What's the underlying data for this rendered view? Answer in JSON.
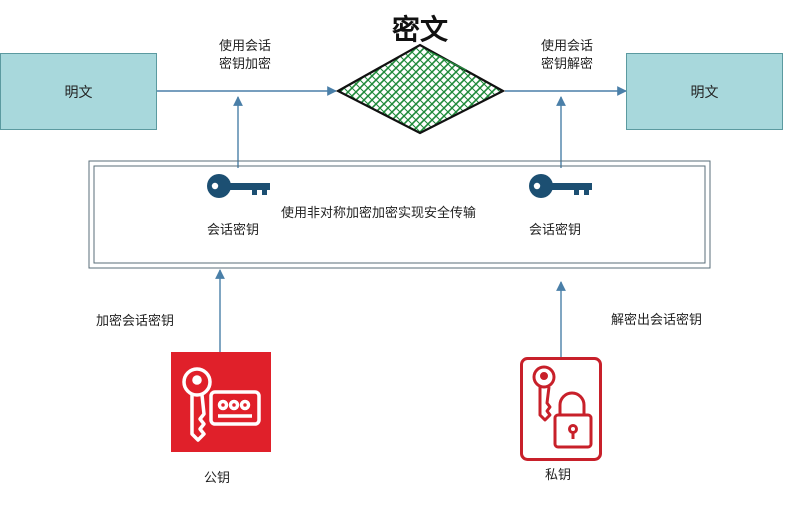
{
  "title": "密文",
  "plaintext_left": "明文",
  "plaintext_right": "明文",
  "encrypt_label_line1": "使用会话",
  "encrypt_label_line2": "密钥加密",
  "decrypt_label_line1": "使用会话",
  "decrypt_label_line2": "密钥解密",
  "session_key_left": "会话密钥",
  "session_key_right": "会话密钥",
  "asym_label": "使用非对称加密加密实现安全传输",
  "encrypt_session_key": "加密会话密钥",
  "decrypt_session_key": "解密出会话密钥",
  "public_key": "公钥",
  "private_key": "私钥",
  "colors": {
    "plaintext_box": "#a8d8dc",
    "arrow": "#4a7fa8",
    "key_icon": "#1c4f72",
    "public_key_bg": "#e0202a",
    "private_key_stroke": "#c8202a",
    "cipher_green": "#1f8a3a"
  }
}
